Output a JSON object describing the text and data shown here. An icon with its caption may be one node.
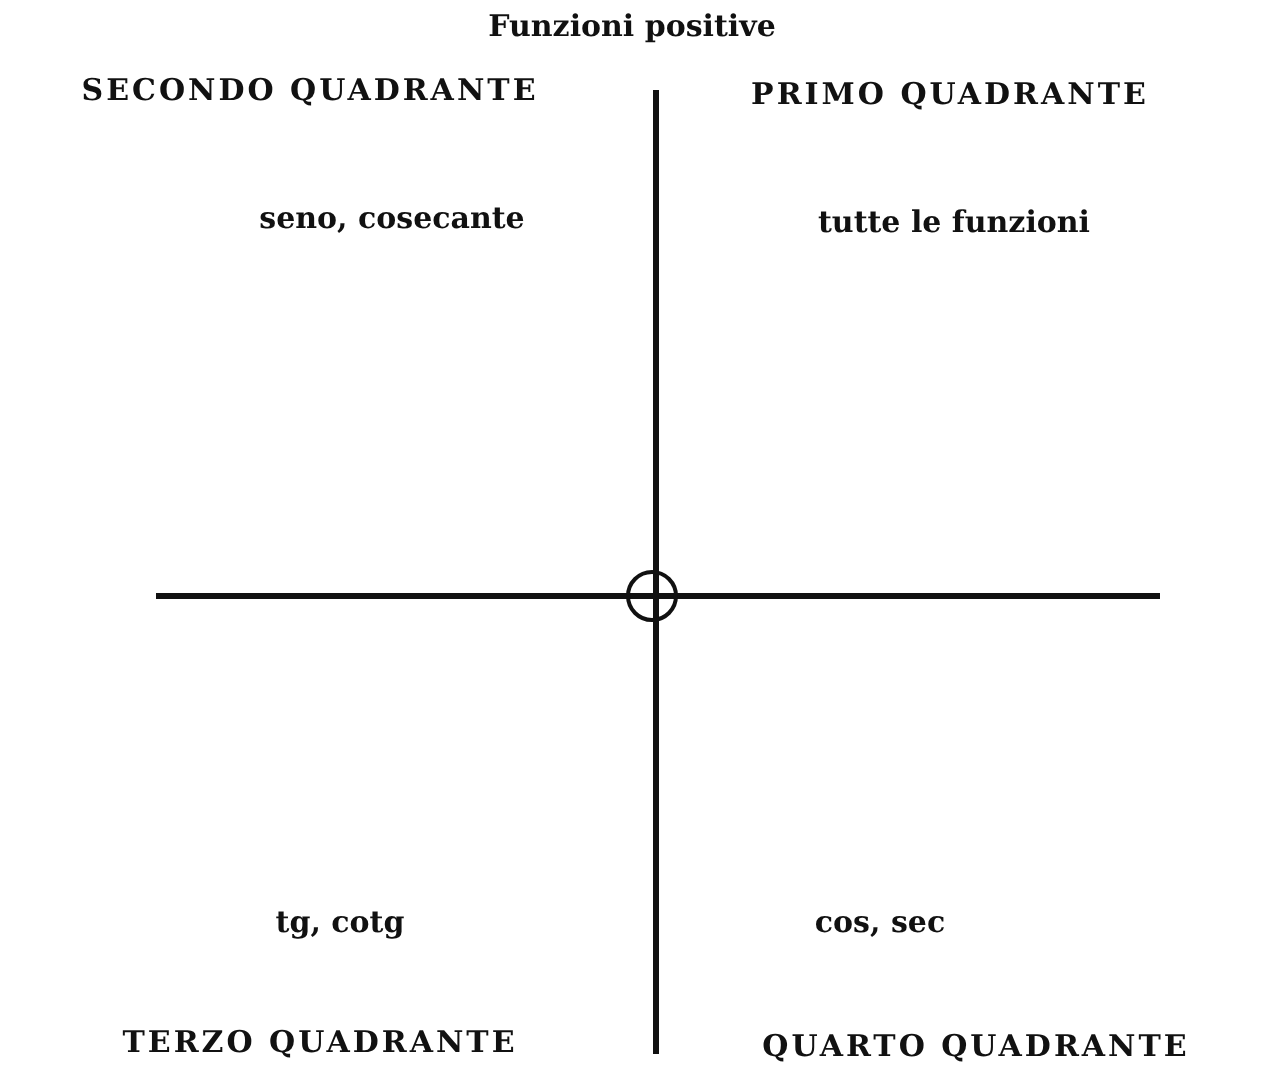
{
  "diagram": {
    "title": "Funzioni positive",
    "labels": [
      "SECONDO QUADRANTE",
      "PRIMO QUADRANTE",
      "seno, cosecante",
      "tutte le funzioni",
      "tg, cotg",
      "cos, sec",
      "TERZO QUADRANTE",
      "QUARTO QUADRANTE"
    ]
  }
}
